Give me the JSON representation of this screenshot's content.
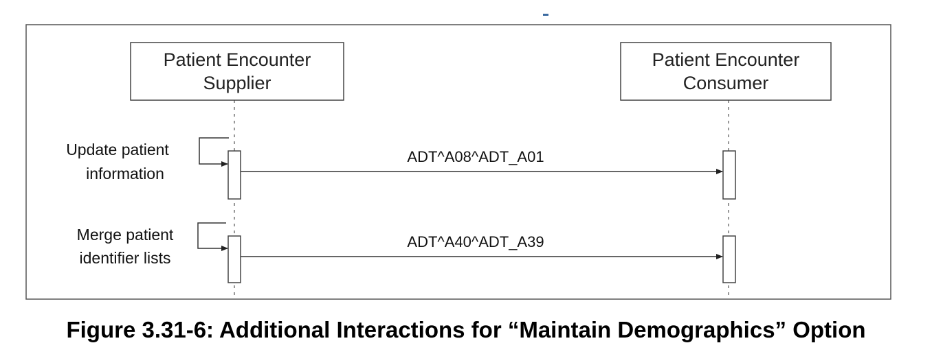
{
  "diagram": {
    "actors": [
      {
        "id": "supplier",
        "lines": [
          "Patient Encounter",
          "Supplier"
        ]
      },
      {
        "id": "consumer",
        "lines": [
          "Patient Encounter",
          "Consumer"
        ]
      }
    ],
    "interactions": [
      {
        "trigger_lines": [
          "Update patient",
          "information"
        ],
        "message": "ADT^A08^ADT_A01"
      },
      {
        "trigger_lines": [
          "Merge patient",
          "identifier lists"
        ],
        "message": "ADT^A40^ADT_A39"
      }
    ]
  },
  "caption": "Figure 3.31-6: Additional Interactions for “Maintain Demographics” Option"
}
